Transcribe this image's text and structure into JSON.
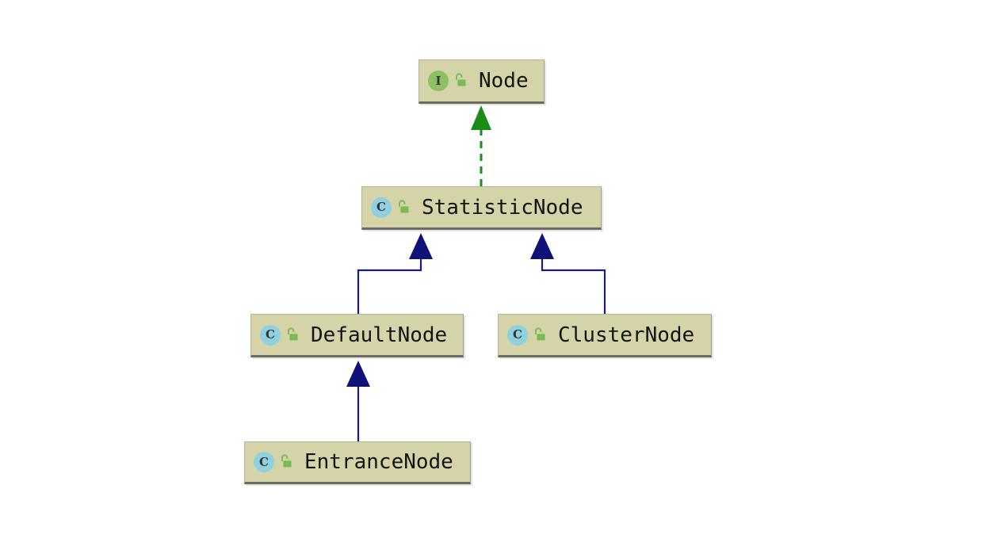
{
  "diagram": {
    "type": "uml-class-diagram",
    "background": "#ffffff",
    "palette": {
      "node_fill": "#d5d4a8",
      "node_border": "#b4b49a",
      "node_shadow": "#6b6b63",
      "interface_icon": "#8cc063",
      "class_icon": "#8ed0e0",
      "lock": "#77bb55",
      "inheritance_arrow": "#1a1a8c",
      "realization_arrow": "#1a8c1a",
      "label_text": "#131313"
    },
    "nodes": [
      {
        "id": "node",
        "label": "Node",
        "stereotype": "interface",
        "icon": "interface-icon",
        "icon_letter": "I",
        "visibility_icon": "unlocked-padlock-icon"
      },
      {
        "id": "statisticnode",
        "label": "StatisticNode",
        "stereotype": "class",
        "icon": "class-icon",
        "icon_letter": "C",
        "visibility_icon": "unlocked-padlock-icon"
      },
      {
        "id": "defaultnode",
        "label": "DefaultNode",
        "stereotype": "class",
        "icon": "class-icon",
        "icon_letter": "C",
        "visibility_icon": "unlocked-padlock-icon"
      },
      {
        "id": "clusternode",
        "label": "ClusterNode",
        "stereotype": "class",
        "icon": "class-icon",
        "icon_letter": "C",
        "visibility_icon": "unlocked-padlock-icon"
      },
      {
        "id": "entrancenode",
        "label": "EntranceNode",
        "stereotype": "class",
        "icon": "class-icon",
        "icon_letter": "C",
        "visibility_icon": "unlocked-padlock-icon"
      }
    ],
    "edges": [
      {
        "id": "statisticnode-realizes-node",
        "from": "statisticnode",
        "to": "node",
        "relation": "realization",
        "style": "dashed",
        "color": "#1a8c1a",
        "arrowhead": "filled-triangle"
      },
      {
        "id": "defaultnode-extends-statisticnode",
        "from": "defaultnode",
        "to": "statisticnode",
        "relation": "generalization",
        "style": "solid-orthogonal",
        "color": "#1a1a8c",
        "arrowhead": "filled-triangle"
      },
      {
        "id": "clusternode-extends-statisticnode",
        "from": "clusternode",
        "to": "statisticnode",
        "relation": "generalization",
        "style": "solid-orthogonal",
        "color": "#1a1a8c",
        "arrowhead": "filled-triangle"
      },
      {
        "id": "entrancenode-extends-defaultnode",
        "from": "entrancenode",
        "to": "defaultnode",
        "relation": "generalization",
        "style": "solid-straight",
        "color": "#1a1a8c",
        "arrowhead": "filled-triangle"
      }
    ]
  }
}
